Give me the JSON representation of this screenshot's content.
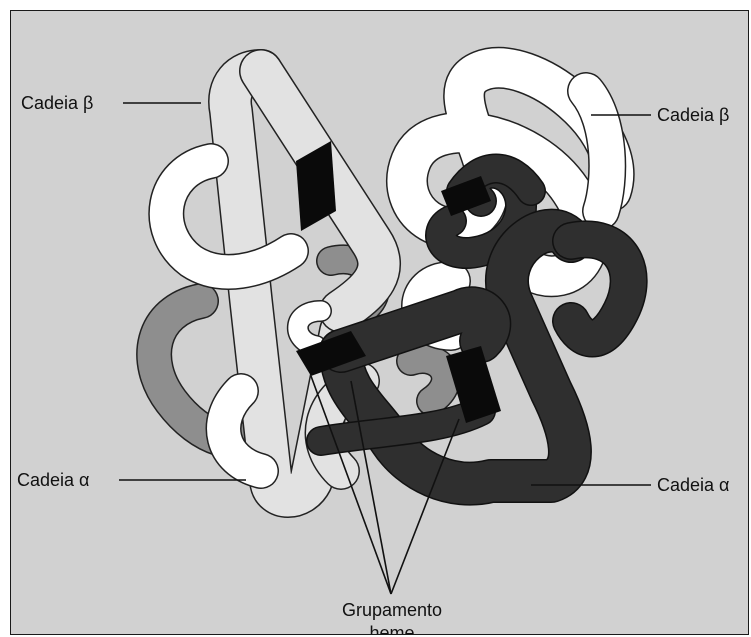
{
  "labels": {
    "beta_left": "Cadeia β",
    "beta_right": "Cadeia β",
    "alpha_left": "Cadeia α",
    "alpha_right": "Cadeia α",
    "heme_line1": "Grupamento",
    "heme_line2": "heme"
  },
  "colors": {
    "background": "#d1d1d1",
    "beta_left_chain": "#dcdcdc",
    "beta_right_chain": "#ffffff",
    "alpha_left_chain": "#8e8e8e",
    "alpha_right_chain": "#2f2f2f",
    "heme_group": "#0a0a0a",
    "outline": "#222222"
  },
  "icons": [
    "hemoglobin-structure-illustration",
    "heme-group-icon"
  ]
}
